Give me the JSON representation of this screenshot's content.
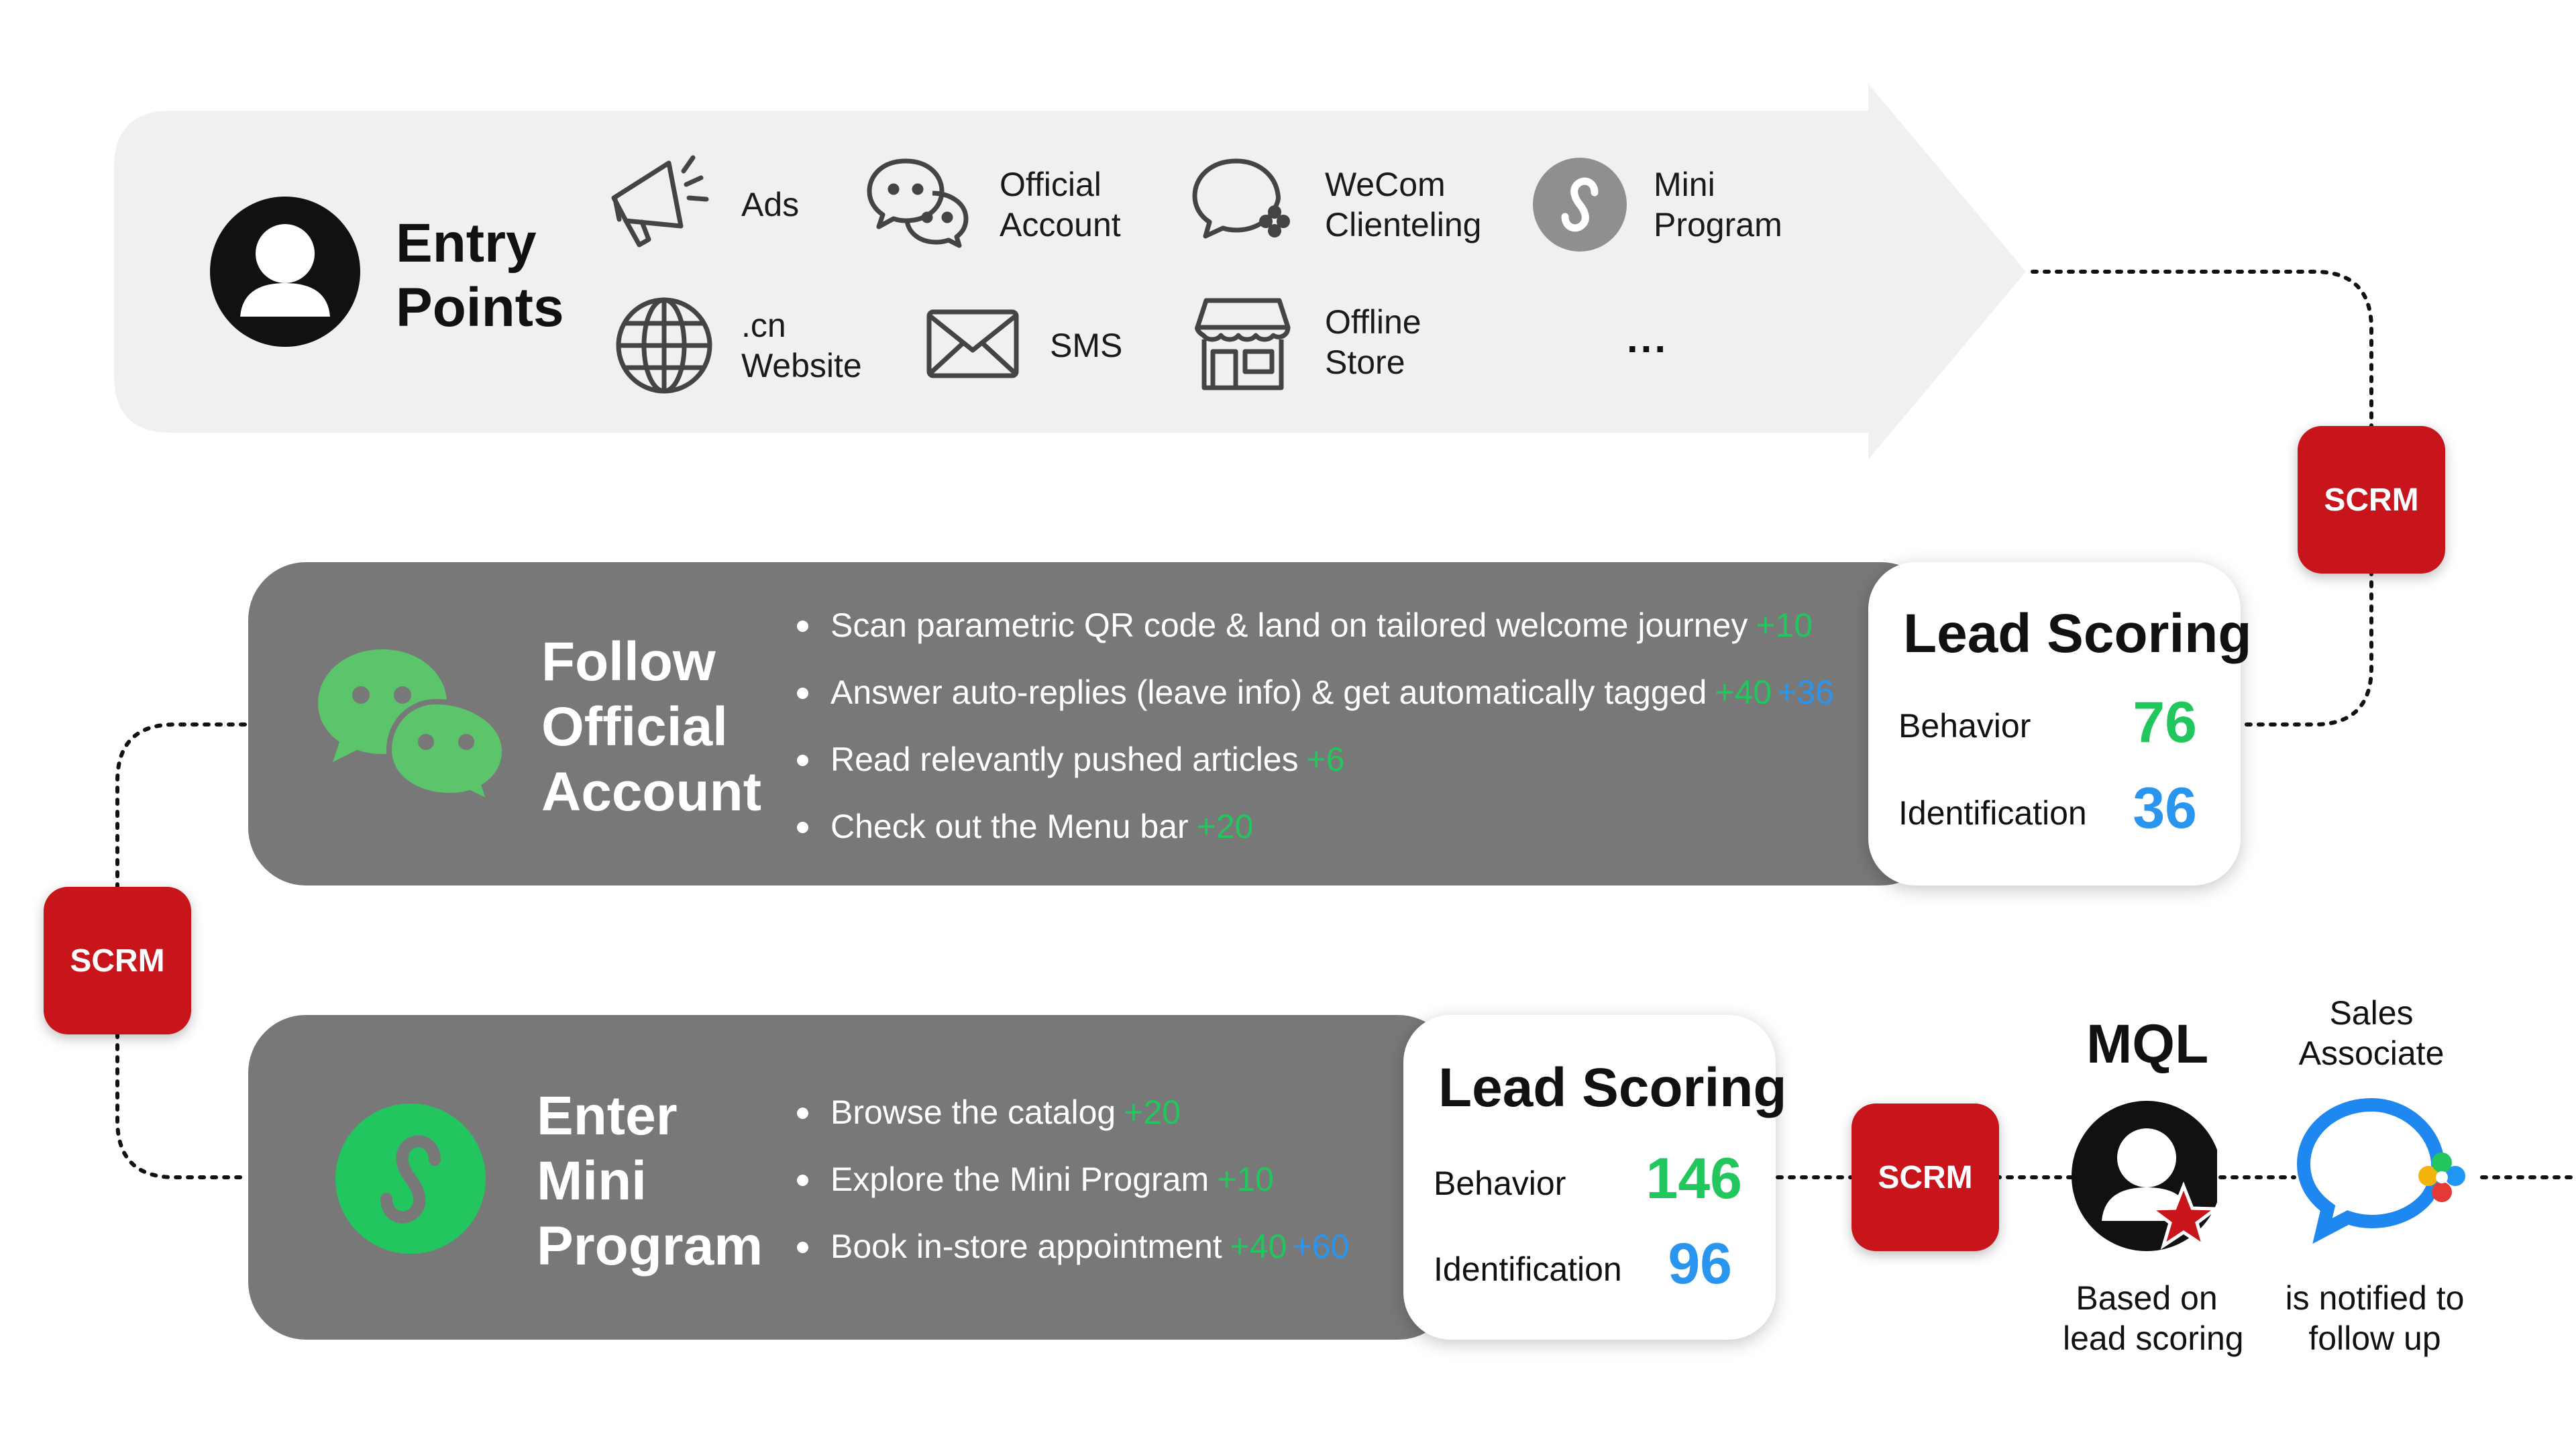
{
  "entry": {
    "title_line1": "Entry",
    "title_line2": "Points",
    "items": [
      {
        "icon": "megaphone-icon",
        "line1": "Ads",
        "line2": ""
      },
      {
        "icon": "wechat-chat-icon",
        "line1": "Official",
        "line2": "Account"
      },
      {
        "icon": "wecom-chat-icon",
        "line1": "WeCom",
        "line2": "Clienteling"
      },
      {
        "icon": "mini-program-icon",
        "line1": "Mini",
        "line2": "Program"
      },
      {
        "icon": "globe-icon",
        "line1": ".cn",
        "line2": "Website"
      },
      {
        "icon": "envelope-icon",
        "line1": "SMS",
        "line2": ""
      },
      {
        "icon": "store-icon",
        "line1": "Offline",
        "line2": "Store"
      }
    ],
    "more": "..."
  },
  "scrm_label": "SCRM",
  "steps": [
    {
      "title_lines": [
        "Follow",
        "Official",
        "Account"
      ],
      "icon": "wechat-logo-icon",
      "bullets": [
        {
          "text": "Scan parametric QR code & land on tailored welcome journey",
          "green": "+10",
          "blue": ""
        },
        {
          "text": "Answer auto-replies (leave info) & get automatically tagged",
          "green": "+40",
          "blue": "+36"
        },
        {
          "text": "Read relevantly pushed articles",
          "green": "+6",
          "blue": ""
        },
        {
          "text": "Check out the Menu bar",
          "green": "+20",
          "blue": ""
        }
      ],
      "scoring": {
        "title": "Lead Scoring",
        "behavior_label": "Behavior",
        "behavior_value": "76",
        "identification_label": "Identification",
        "identification_value": "36"
      }
    },
    {
      "title_lines": [
        "Enter",
        "Mini",
        "Program"
      ],
      "icon": "mini-program-logo-icon",
      "bullets": [
        {
          "text": "Browse the catalog",
          "green": "+20",
          "blue": ""
        },
        {
          "text": "Explore the Mini Program",
          "green": "+10",
          "blue": ""
        },
        {
          "text": "Book in-store appointment",
          "green": "+40",
          "blue": "+60"
        }
      ],
      "scoring": {
        "title": "Lead Scoring",
        "behavior_label": "Behavior",
        "behavior_value": "146",
        "identification_label": "Identification",
        "identification_value": "96"
      }
    }
  ],
  "mql": {
    "title": "MQL",
    "caption_line1": "Based on",
    "caption_line2": "lead scoring"
  },
  "sales": {
    "top_line1": "Sales",
    "top_line2": "Associate",
    "caption_line1": "is notified to",
    "caption_line2": "follow up"
  },
  "colors": {
    "scrm_red": "#c8141b",
    "points_green": "#21c65c",
    "points_blue": "#2a95ef",
    "panel_grey": "#787878",
    "arrow_grey": "#f0f0f0",
    "wechat_green": "#5cc46a",
    "mini_program_green": "#22c55e"
  }
}
